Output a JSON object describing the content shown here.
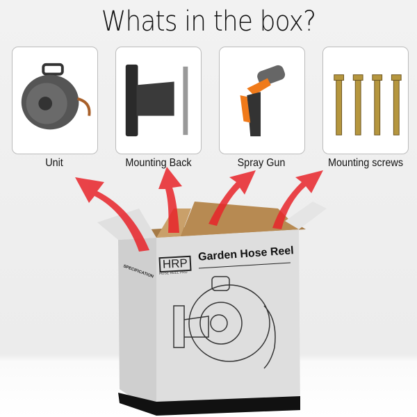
{
  "title": "Whats in the box?",
  "items": [
    {
      "label": "Unit"
    },
    {
      "label": "Mounting Back"
    },
    {
      "label": "Spray Gun"
    },
    {
      "label": "Mounting screws"
    }
  ],
  "box": {
    "brand": "HRP",
    "brand_sub": "HOSE REEL PRO",
    "product": "Garden Hose Reel",
    "spec_label": "SPECIFICATION"
  },
  "colors": {
    "arrow": "#e8242a",
    "cardboard": "#c9a06a",
    "box": "#d9d9d9"
  }
}
